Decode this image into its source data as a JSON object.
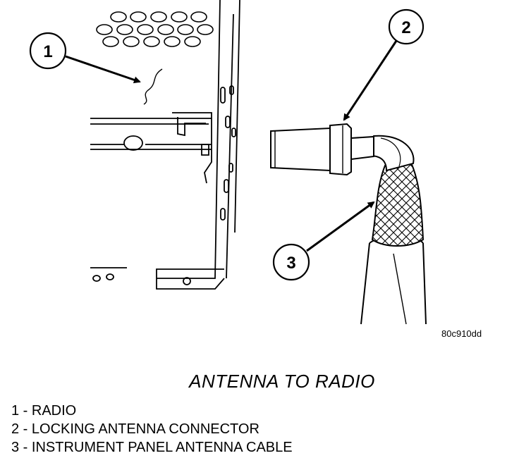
{
  "figure_id": "80c910dd",
  "caption": "ANTENNA TO RADIO",
  "callouts": [
    "1",
    "2",
    "3"
  ],
  "legend": [
    "1 - RADIO",
    "2 - LOCKING ANTENNA CONNECTOR",
    "3 - INSTRUMENT PANEL ANTENNA CABLE"
  ]
}
